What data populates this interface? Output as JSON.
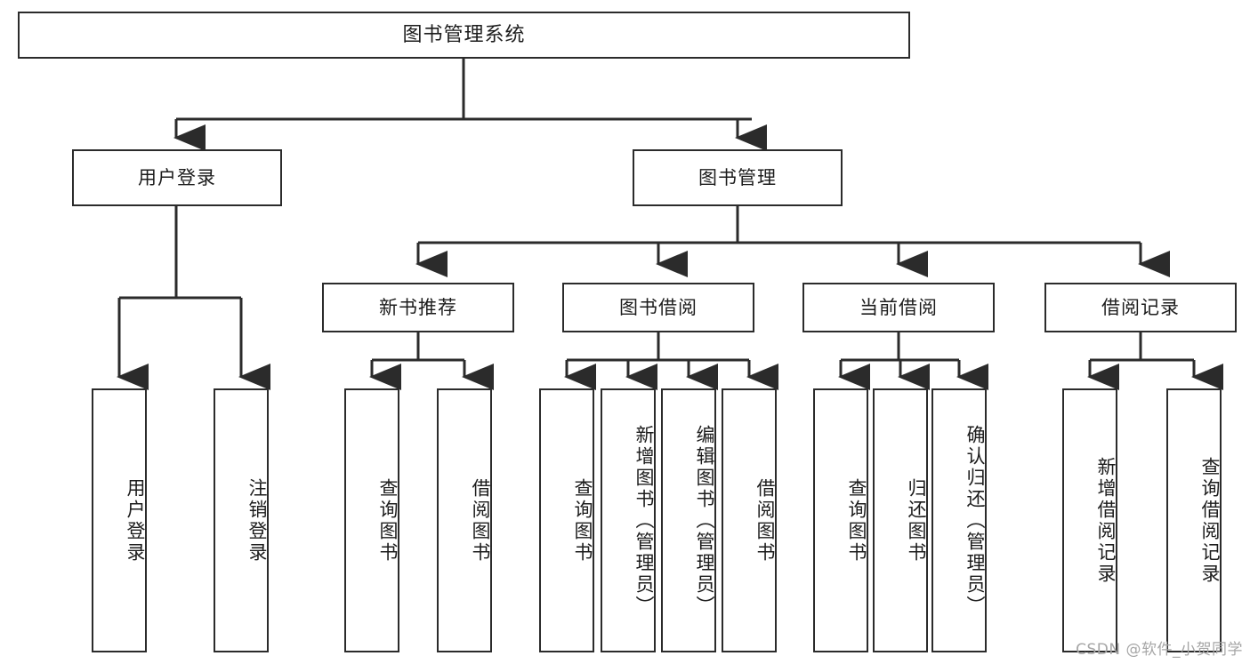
{
  "diagram": {
    "title": "图书管理系统",
    "type": "tree",
    "colors": {
      "stroke": "#2b2b2b",
      "fill": "#ffffff",
      "text": "#1c1c1c",
      "watermark": "#a6a6a6"
    },
    "nodes": {
      "root": {
        "label": "图书管理系统"
      },
      "level2": [
        {
          "label": "用户登录"
        },
        {
          "label": "图书管理"
        }
      ],
      "level3": [
        {
          "label": "新书推荐"
        },
        {
          "label": "图书借阅"
        },
        {
          "label": "当前借阅"
        },
        {
          "label": "借阅记录"
        }
      ],
      "leaves_user_login": [
        {
          "label": "用户登录"
        },
        {
          "label": "注销登录"
        }
      ],
      "leaves_new_book": [
        {
          "label": "查询图书"
        },
        {
          "label": "借阅图书"
        }
      ],
      "leaves_borrow": [
        {
          "label": "查询图书"
        },
        {
          "label": "新增图书（管理员）"
        },
        {
          "label": "编辑图书（管理员）"
        },
        {
          "label": "借阅图书"
        }
      ],
      "leaves_current": [
        {
          "label": "查询图书"
        },
        {
          "label": "归还图书"
        },
        {
          "label": "确认归还（管理员）"
        }
      ],
      "leaves_record": [
        {
          "label": "新增借阅记录"
        },
        {
          "label": "查询借阅记录"
        }
      ]
    }
  },
  "watermark": {
    "text": "CSDN @软件_小贺同学"
  }
}
